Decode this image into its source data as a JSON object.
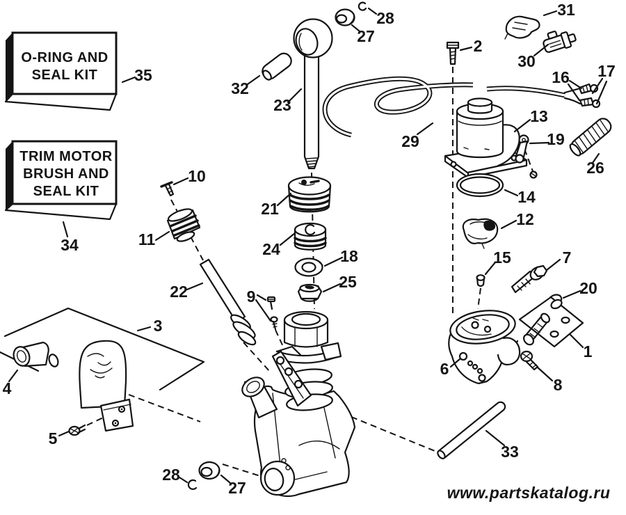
{
  "kit_boxes": [
    {
      "number": "35",
      "lines": [
        "O-RING AND",
        "SEAL KIT"
      ]
    },
    {
      "number": "34",
      "lines": [
        "TRIM MOTOR",
        "BRUSH AND",
        "SEAL KIT"
      ]
    }
  ],
  "callouts": {
    "n1": "1",
    "n2": "2",
    "n3": "3",
    "n4": "4",
    "n5": "5",
    "n6": "6",
    "n7": "7",
    "n8": "8",
    "n9": "9",
    "n10": "10",
    "n11": "11",
    "n12": "12",
    "n13": "13",
    "n14": "14",
    "n15": "15",
    "n16": "16",
    "n17": "17",
    "n18": "18",
    "n19": "19",
    "n20": "20",
    "n21": "21",
    "n22": "22",
    "n23": "23",
    "n24": "24",
    "n25": "25",
    "n26": "26",
    "n27_top": "27",
    "n28_top": "28",
    "n27_bottom": "27",
    "n28_bottom": "28",
    "n29": "29",
    "n30": "30",
    "n31": "31",
    "n32": "32",
    "n33": "33"
  },
  "watermark": {
    "text": "www.partskatalog.ru",
    "color": "#f8828e"
  },
  "line_color": "#141414",
  "background": "#ffffff"
}
